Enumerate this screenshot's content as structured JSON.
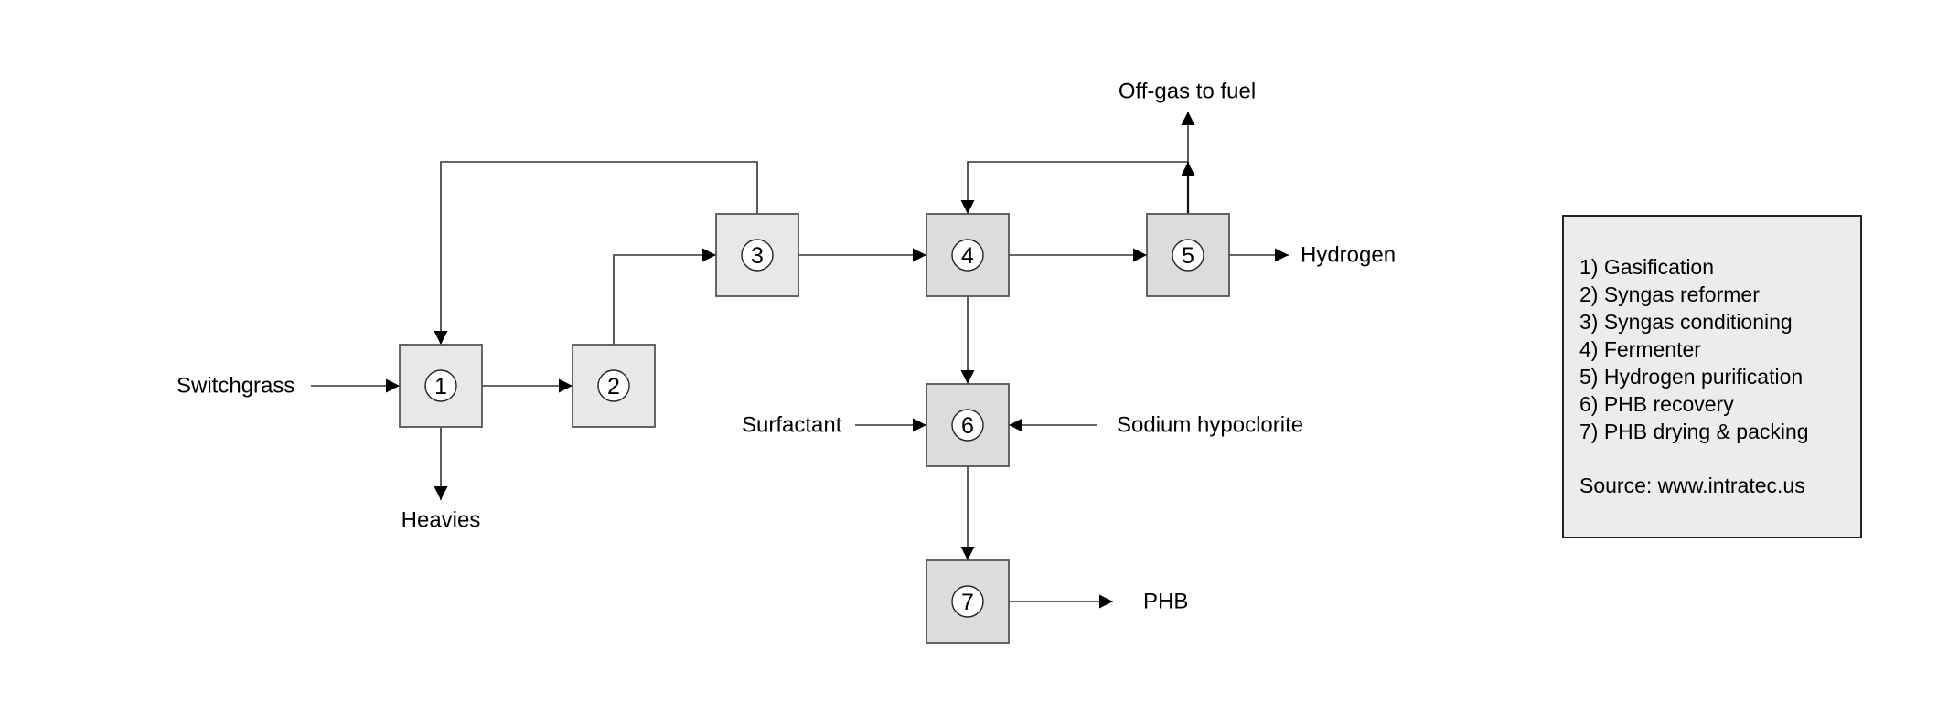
{
  "diagram": {
    "type": "process-flow-diagram",
    "units": [
      {
        "id": "1",
        "name": "Gasification"
      },
      {
        "id": "2",
        "name": "Syngas reformer"
      },
      {
        "id": "3",
        "name": "Syngas conditioning"
      },
      {
        "id": "4",
        "name": "Fermenter"
      },
      {
        "id": "5",
        "name": "Hydrogen purification"
      },
      {
        "id": "6",
        "name": "PHB recovery"
      },
      {
        "id": "7",
        "name": "PHB drying & packing"
      }
    ],
    "streams": {
      "switchgrass": "Switchgrass",
      "heavies": "Heavies",
      "off_gas": "Off-gas to fuel",
      "hydrogen": "Hydrogen",
      "surfactant": "Surfactant",
      "sodium_hypoclorite": "Sodium hypoclorite",
      "phb": "PHB"
    },
    "connections": [
      {
        "from": "Switchgrass",
        "to": "1"
      },
      {
        "from": "1",
        "to": "Heavies"
      },
      {
        "from": "1",
        "to": "2"
      },
      {
        "from": "2",
        "to": "3"
      },
      {
        "from": "3",
        "to": "1",
        "kind": "recycle"
      },
      {
        "from": "3",
        "to": "4"
      },
      {
        "from": "4",
        "to": "5"
      },
      {
        "from": "5",
        "to": "Hydrogen"
      },
      {
        "from": "5",
        "to": "Off-gas to fuel"
      },
      {
        "from": "5",
        "to": "4",
        "kind": "recycle"
      },
      {
        "from": "4",
        "to": "6"
      },
      {
        "from": "Surfactant",
        "to": "6"
      },
      {
        "from": "Sodium hypoclorite",
        "to": "6"
      },
      {
        "from": "6",
        "to": "7"
      },
      {
        "from": "7",
        "to": "PHB"
      }
    ]
  },
  "legend": {
    "items": [
      "1) Gasification",
      "2) Syngas reformer",
      "3) Syngas conditioning",
      "4) Fermenter",
      "5) Hydrogen purification",
      "6) PHB recovery",
      "7) PHB drying & packing"
    ],
    "source": "Source: www.intratec.us"
  }
}
